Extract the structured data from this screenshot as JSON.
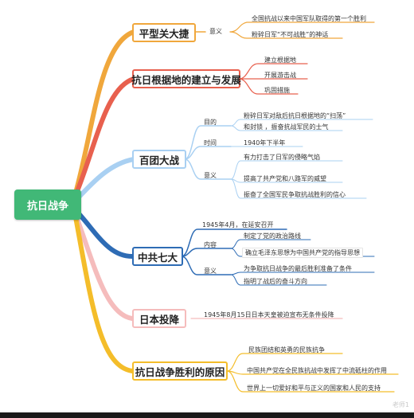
{
  "root": {
    "label": "抗日战争"
  },
  "branches": [
    {
      "id": "b1",
      "label": "平型关大捷",
      "color": "#f0a73c",
      "sub": "意义",
      "leaves": [
        "全国抗战以来中国军队取得的第一个胜利",
        "粉碎日军“不可战胜”的神话"
      ]
    },
    {
      "id": "b2",
      "label": "抗日根据地的建立与发展",
      "color": "#e8604e",
      "leaves": [
        "建立根据地",
        "开展游击战",
        "巩固措施"
      ]
    },
    {
      "id": "b3",
      "label": "百团大战",
      "color": "#a9d0f2",
      "subs": [
        {
          "label": "目的",
          "leaves": [
            "粉碎日军对敌后抗日根据地的“扫荡”",
            "和封锁 ，振奋抗战军民的士气"
          ]
        },
        {
          "label": "时间",
          "leaves": [
            "1940年下半年"
          ]
        },
        {
          "label": "意义",
          "leaves": [
            "有力打击了日军的侵略气焰",
            "提高了共产党和八路军的威望",
            "振奋了全国军民争取抗战胜利的信心"
          ]
        }
      ]
    },
    {
      "id": "b4",
      "label": "中共七大",
      "color": "#2e6cb5",
      "top": "1945年4月，在延安召开",
      "subs": [
        {
          "label": "内容",
          "leaves": [
            "制定了党的政治路线",
            "确立毛泽东思想为中国共产党的指导思想"
          ]
        },
        {
          "label": "意义",
          "leaves": [
            "为争取抗日战争的最后胜利准备了条件",
            "指明了战后的奋斗方向"
          ]
        }
      ]
    },
    {
      "id": "b5",
      "label": "日本投降",
      "color": "#f5bcbc",
      "leaves": [
        "1945年8月15日日本天皇被迫宣布无条件投降"
      ]
    },
    {
      "id": "b6",
      "label": "抗日战争胜利的原因",
      "color": "#f4bd2a",
      "leaves": [
        "民族团结和英勇的民族抗争",
        "中国共产党在全民族抗战中发挥了中流砥柱的作用",
        "世界上一切爱好和平与正义的国家和人民的支持"
      ]
    }
  ],
  "watermark": "老师1",
  "colors": {
    "root": "#41b877"
  }
}
